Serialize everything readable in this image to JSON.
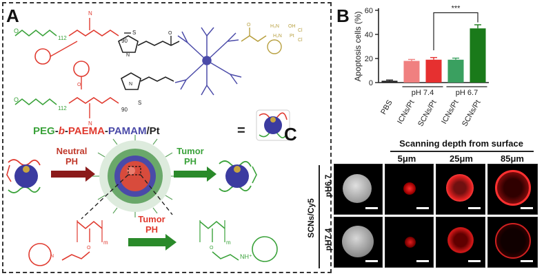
{
  "panels": {
    "a": "A",
    "b": "B",
    "c": "C"
  },
  "panel_a": {
    "subscript_112": "112",
    "subscript_90": "90",
    "subscript_m": "m",
    "pt_complex": {
      "h3n": "H₃N",
      "oh": "OH",
      "pt": "Pt",
      "cl1": "Cl",
      "cl2": "Cl",
      "h2n": "H₂N"
    },
    "formula": {
      "peg": "PEG",
      "dash1": "-",
      "b": "b",
      "dash2": "-",
      "paema": "PAEMA",
      "dash3": "-",
      "pamam": "PAMAM",
      "pt": "/Pt",
      "eq": "="
    },
    "neutral": {
      "line1": "Neutral",
      "line2": "PH"
    },
    "tumor_top": {
      "line1": "Tumor",
      "line2": "PH"
    },
    "tumor_bottom": {
      "line1": "Tumor",
      "line2": "PH"
    },
    "nh_plus": "NH⁺",
    "colors": {
      "red": "#e03a2f",
      "green": "#3aa23a",
      "blue": "#4a4aa8",
      "gold": "#b8a040",
      "dark": "#222222"
    }
  },
  "chart_data": {
    "type": "bar",
    "ylabel": "Apoptosis cells (%)",
    "ylim": [
      0,
      60
    ],
    "yticks": [
      0,
      20,
      40,
      60
    ],
    "categories": [
      "PBS",
      "ICNs/Pt",
      "SCNs/Pt",
      "ICNs/Pt",
      "SCNs/Pt"
    ],
    "values": [
      1.5,
      18,
      19,
      19,
      45
    ],
    "errors": [
      0.6,
      1.2,
      1.8,
      1.3,
      3.0
    ],
    "colors": [
      "#222222",
      "#f08080",
      "#e63030",
      "#3aa060",
      "#1a7a1a"
    ],
    "groups": [
      {
        "label": "pH 7.4",
        "members": [
          1,
          2
        ]
      },
      {
        "label": "pH 6.7",
        "members": [
          3,
          4
        ]
      }
    ],
    "significance": {
      "label": "***",
      "from": 2,
      "to": 4
    }
  },
  "panel_c": {
    "header": "Scanning depth from surface",
    "columns": [
      "5μm",
      "25μm",
      "85μm"
    ],
    "side_label": "SCNs/Cy5",
    "rows": [
      "pH6.7",
      "pH7.4"
    ]
  }
}
